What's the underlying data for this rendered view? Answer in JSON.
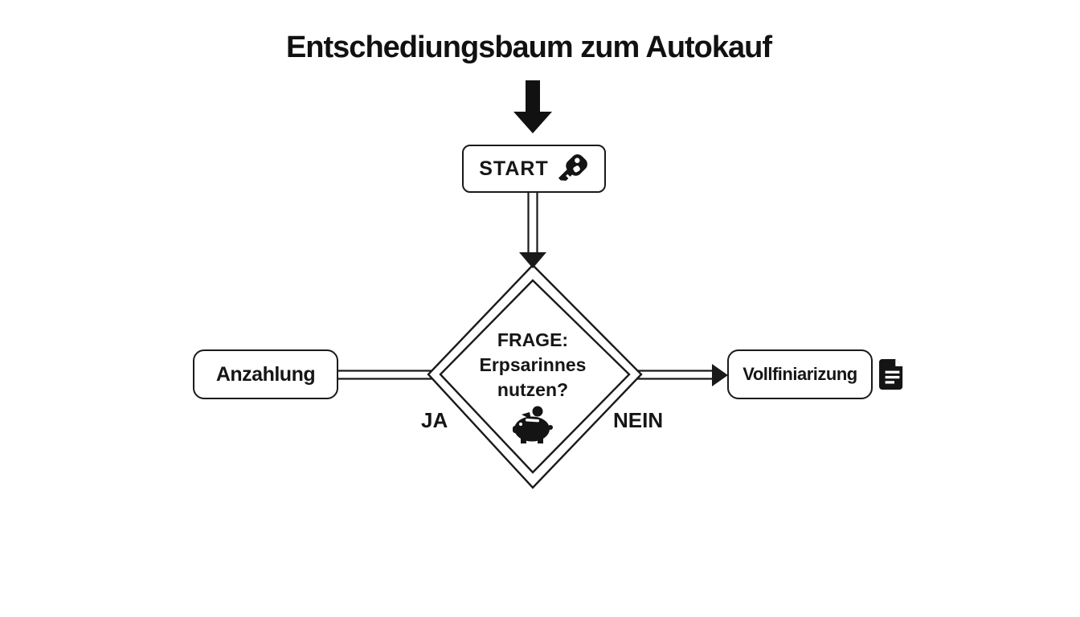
{
  "title": "Entschediungsbaum zum Autokauf",
  "flow": {
    "start": {
      "label": "START",
      "icon": "car-key-icon"
    },
    "decision": {
      "lines": [
        "FRAGE:",
        "Erpsarinnes",
        "nutzen?"
      ],
      "icon": "piggy-bank-icon"
    },
    "branch_yes": {
      "edge_label": "JA",
      "node_label": "Anzahlung"
    },
    "branch_no": {
      "edge_label": "NEIN",
      "node_label": "Vollfiniarizung",
      "icon": "document-icon"
    }
  },
  "colors": {
    "background": "#ffffff",
    "line": "#1a1a1a",
    "text": "#141414"
  }
}
